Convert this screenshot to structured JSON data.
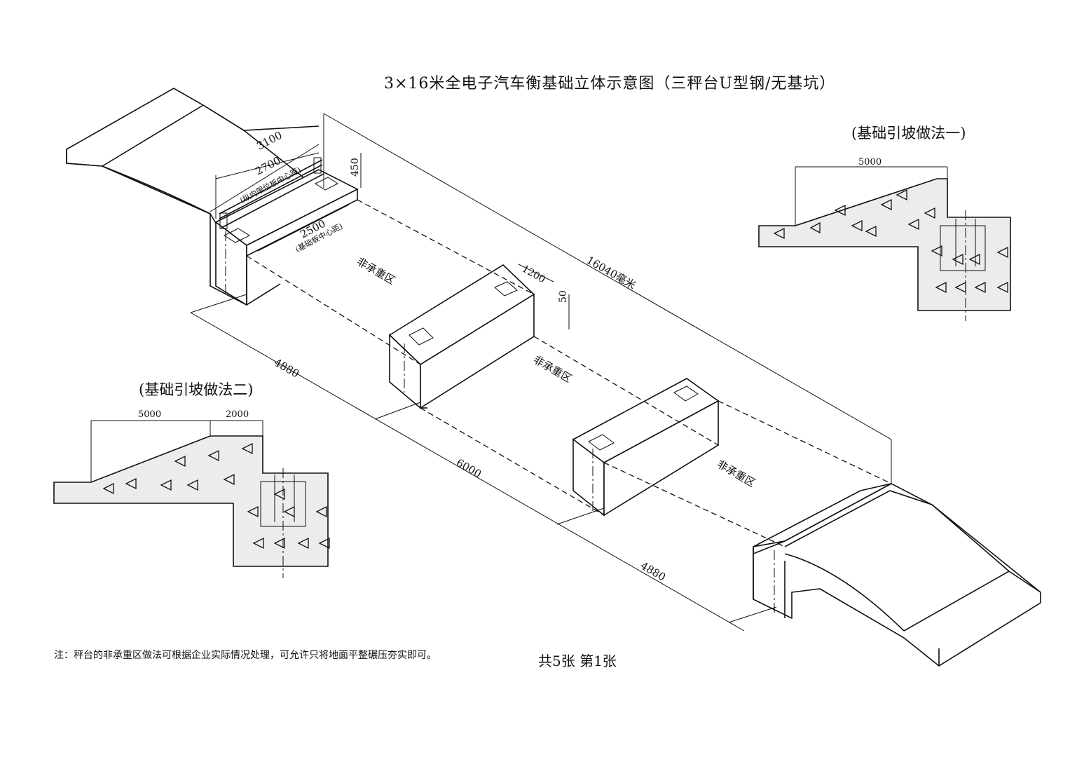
{
  "title": "3×16米全电子汽车衡基础立体示意图（三秤台U型钢/无基坑）",
  "main_view": {
    "dims": {
      "d3100": "3100",
      "d2700": "2700",
      "d2700_note": "(纵向限位板中心距)",
      "d450": "450",
      "d2500": "2500",
      "d2500_note": "(基础板中心距)",
      "d1200": "1200",
      "d50": "50",
      "d16040": "16040毫米",
      "d4880_a": "4880",
      "d6000": "6000",
      "d4880_b": "4880"
    },
    "zones": [
      "非承重区",
      "非承重区",
      "非承重区"
    ]
  },
  "detail_one": {
    "caption": "(基础引坡做法一)",
    "dim_5000": "5000"
  },
  "detail_two": {
    "caption": "(基础引坡做法二)",
    "dim_5000": "5000",
    "dim_2000": "2000"
  },
  "note": "注：秤台的非承重区做法可根据企业实际情况处理，可允许只将地面平整碾压夯实即可。",
  "sheet_no": "共5张  第1张",
  "colors": {
    "line": "#111111",
    "concrete": "#ececec",
    "paper": "#ffffff"
  }
}
